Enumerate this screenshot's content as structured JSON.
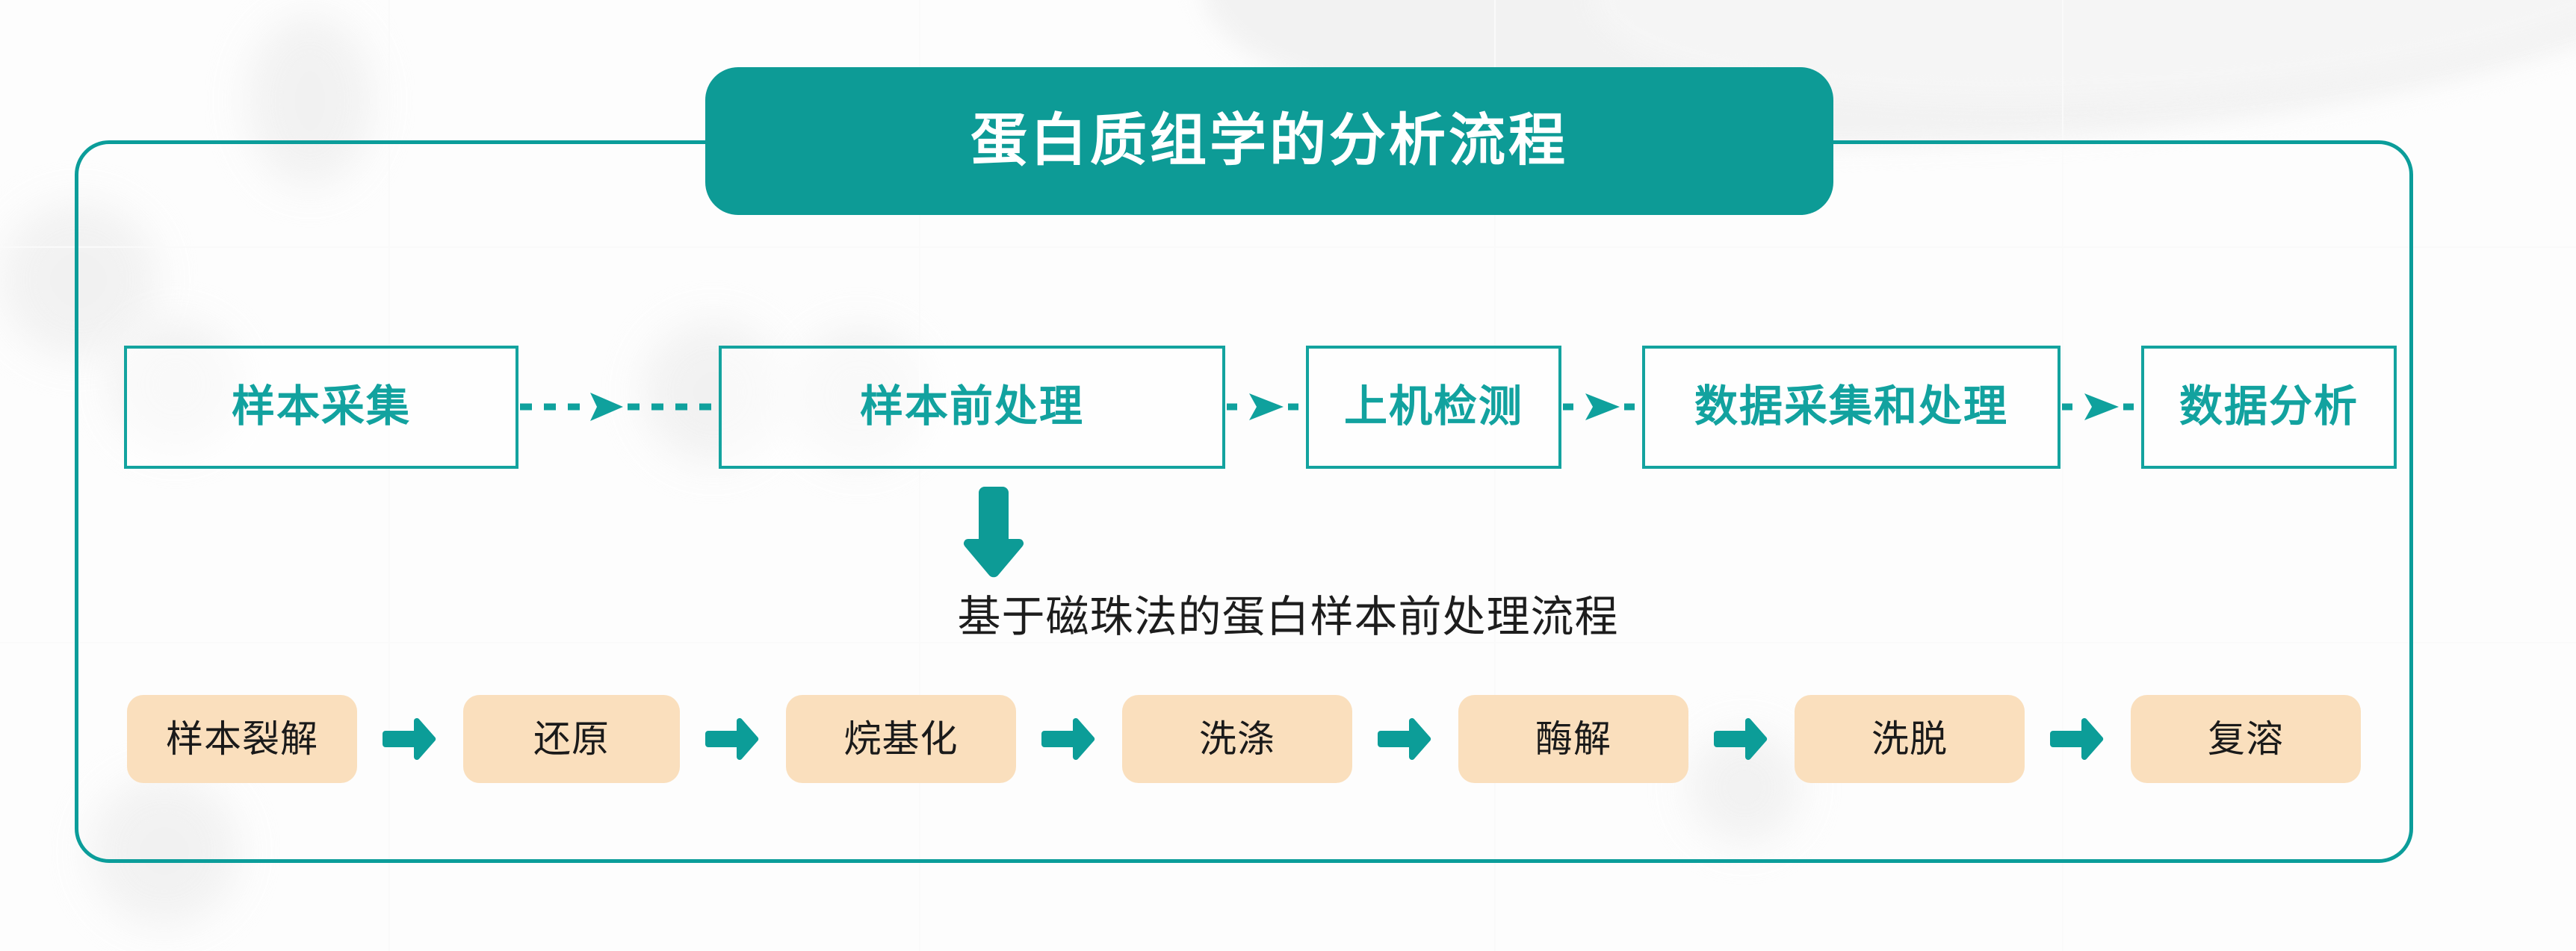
{
  "title": {
    "text": "蛋白质组学的分析流程"
  },
  "colors": {
    "banner_teal": "#0d9b96",
    "frame_teal": "#0b9d9a",
    "box_teal": "#13a39f",
    "text_teal": "#12a29f",
    "chip_peach": "#fadfbd",
    "chip_text": "#1a1a1a",
    "subtitle_text": "#1d1d1d",
    "background": "#fdfdfd"
  },
  "top_flow": {
    "stages": [
      {
        "label": "样本采集",
        "width_class": "w-sample"
      },
      {
        "label": "样本前处理",
        "width_class": "w-prep"
      },
      {
        "label": "上机检测",
        "width_class": "w-instr"
      },
      {
        "label": "数据采集和处理",
        "width_class": "w-acq"
      },
      {
        "label": "数据分析",
        "width_class": "w-analysis"
      }
    ],
    "connector_style": "dotted-line-with-solid-arrowhead"
  },
  "down_arrow": {
    "direction": "down",
    "style": "solid-block-arrow"
  },
  "subtitle": {
    "text": "基于磁珠法的蛋白样本前处理流程"
  },
  "bottom_flow": {
    "steps": [
      {
        "label": "样本裂解",
        "size": "size-4"
      },
      {
        "label": "还原",
        "size": "size-2"
      },
      {
        "label": "烷基化",
        "size": "size-3"
      },
      {
        "label": "洗涤",
        "size": "size-2"
      },
      {
        "label": "酶解",
        "size": "size-2"
      },
      {
        "label": "洗脱",
        "size": "size-2"
      },
      {
        "label": "复溶",
        "size": "size-2"
      }
    ],
    "connector_style": "solid-block-arrow-right"
  }
}
